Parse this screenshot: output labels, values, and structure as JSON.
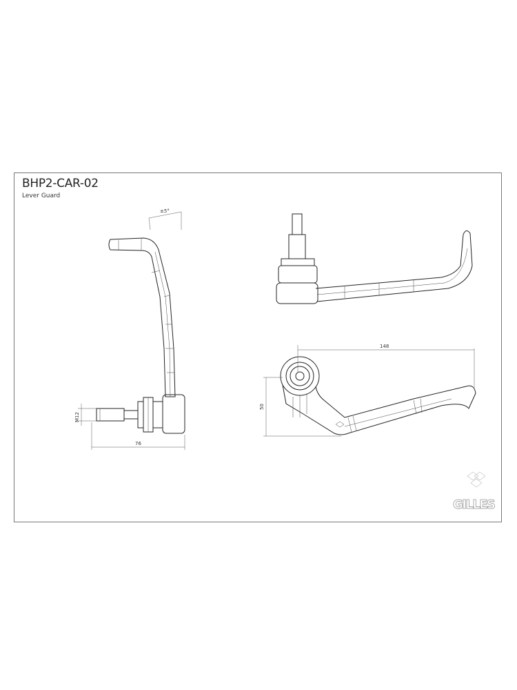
{
  "drawing": {
    "part_number": "BHP2-CAR-02",
    "description": "Lever Guard",
    "dimensions": {
      "angle": "±5°",
      "width_side": "76",
      "thread": "M12",
      "length": "148",
      "height": "50"
    },
    "logo": "GILLES"
  }
}
